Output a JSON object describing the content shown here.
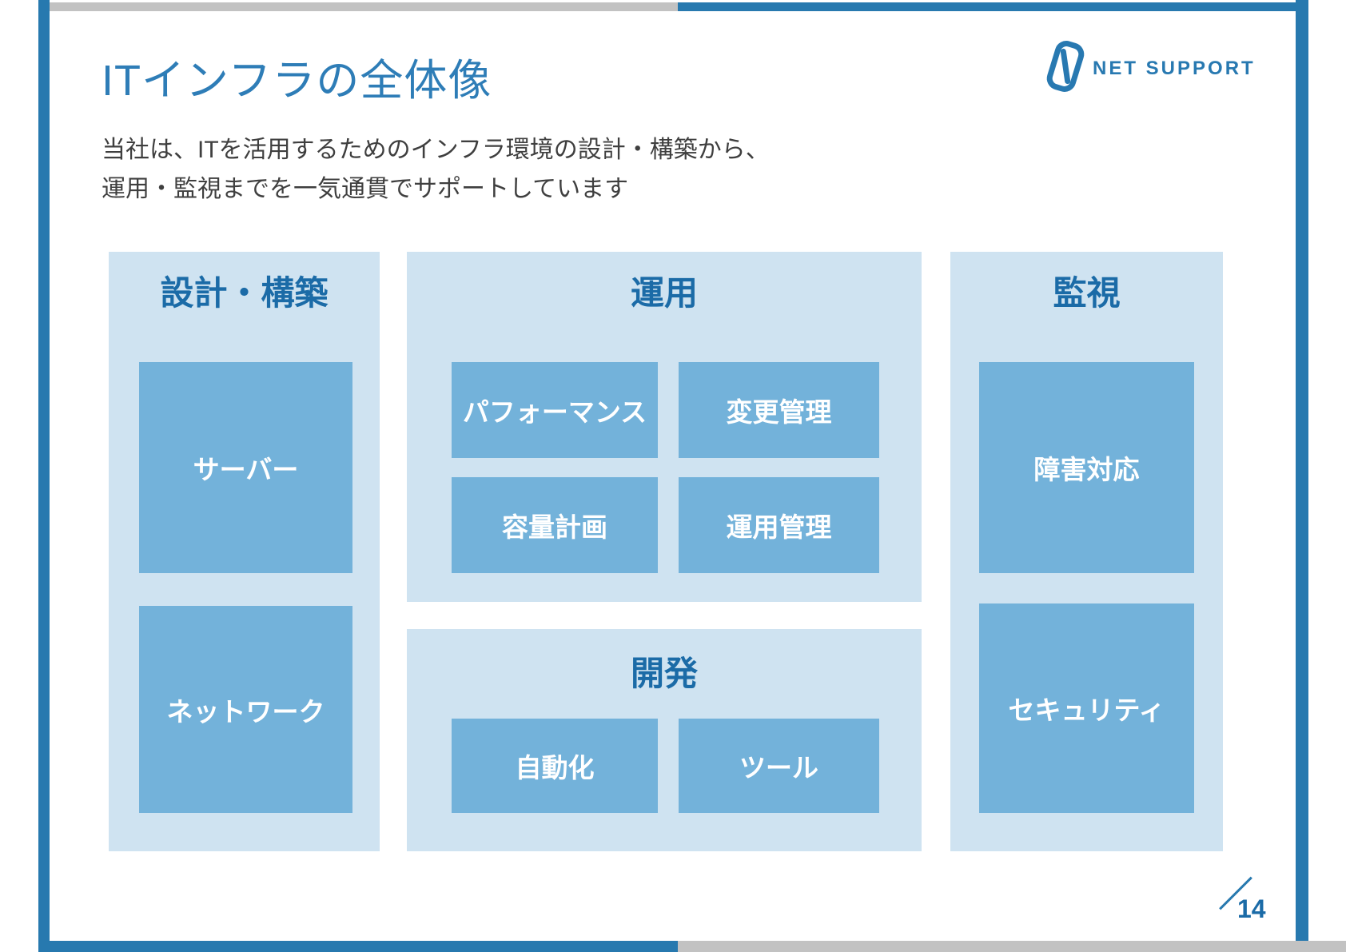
{
  "slide": {
    "title": "ITインフラの全体像",
    "subtitle_line1": "当社は、ITを活用するためのインフラ環境の設計・構築から、",
    "subtitle_line2": "運用・監視までを一気通貫でサポートしています",
    "page_number": "14"
  },
  "logo": {
    "text": "NET SUPPORT",
    "icon": "net-support-n-icon"
  },
  "panels": [
    {
      "id": "design",
      "header": "設計・構築",
      "boxes": [
        "サーバー",
        "ネットワーク"
      ]
    },
    {
      "id": "operations",
      "header": "運用",
      "boxes": [
        "パフォーマンス",
        "変更管理",
        "容量計画",
        "運用管理"
      ]
    },
    {
      "id": "development",
      "header": "開発",
      "boxes": [
        "自動化",
        "ツール"
      ]
    },
    {
      "id": "monitoring",
      "header": "監視",
      "boxes": [
        "障害対応",
        "セキュリティ"
      ]
    }
  ],
  "colors": {
    "accent_blue": "#2779af",
    "title_blue": "#2e7db7",
    "panel_header_blue": "#1b6ba7",
    "panel_bg": "#cfe3f1",
    "box_bg": "#73b2da",
    "box_text": "#ffffff",
    "body_text": "#3f3f3f",
    "frame_gray": "#c2c2c2"
  }
}
